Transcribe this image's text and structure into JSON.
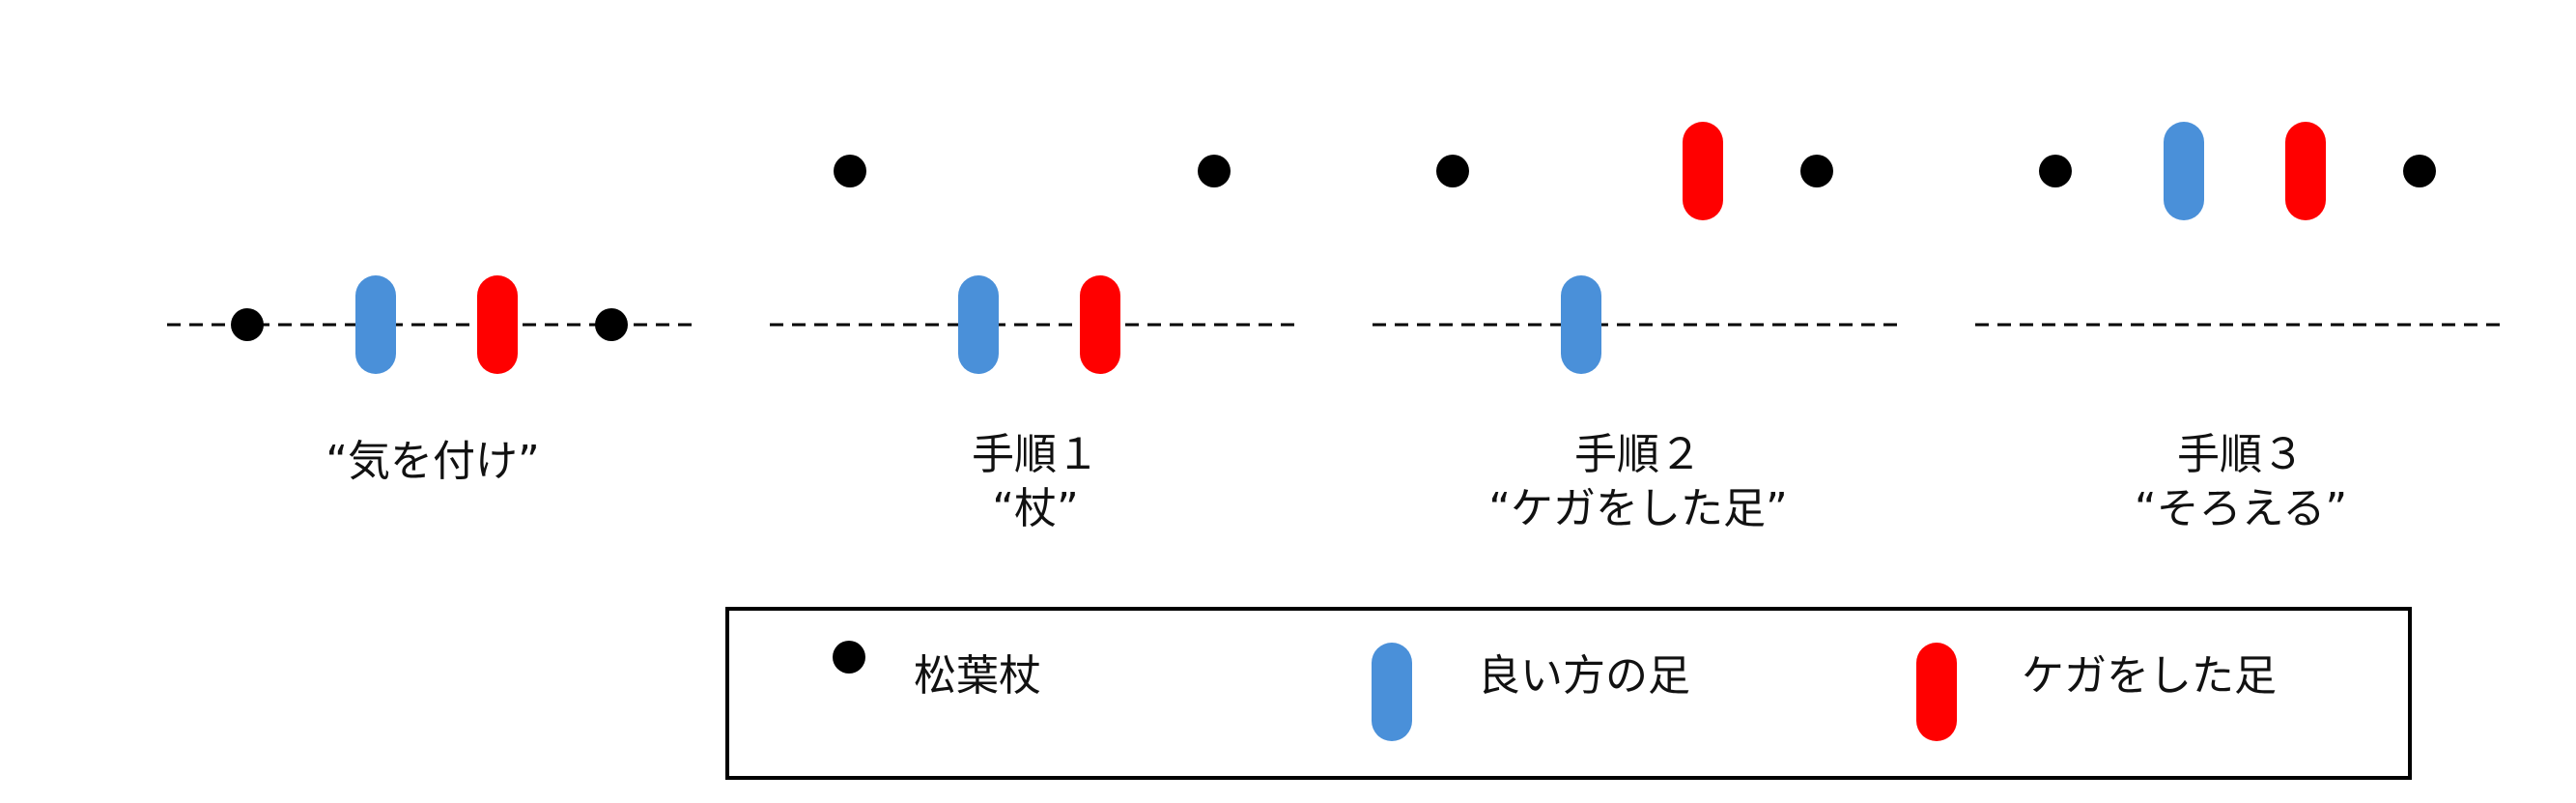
{
  "colors": {
    "background": "#ffffff",
    "crutch": "#000000",
    "good_foot": "#4a90d9",
    "injured_foot": "#ff0000",
    "dashed_line": "#000000",
    "legend_border": "#000000"
  },
  "steps": [
    {
      "key": "attention",
      "caption_lines": [
        "“気を付け”"
      ],
      "crutches": "on_line",
      "good_foot": "on_line",
      "injured_foot": "on_line"
    },
    {
      "key": "step1",
      "caption_lines": [
        "手順１",
        "“杖”"
      ],
      "crutches": "forward",
      "good_foot": "on_line",
      "injured_foot": "on_line"
    },
    {
      "key": "step2",
      "caption_lines": [
        "手順２",
        "“ケガをした足”"
      ],
      "crutches": "forward",
      "good_foot": "on_line",
      "injured_foot": "forward"
    },
    {
      "key": "step3",
      "caption_lines": [
        "手順３",
        "“そろえる”"
      ],
      "crutches": "forward",
      "good_foot": "forward",
      "injured_foot": "forward"
    }
  ],
  "legend": {
    "items": [
      {
        "key": "crutch",
        "label": "松葉杖",
        "icon": "black-dot"
      },
      {
        "key": "good_foot",
        "label": "良い方の足",
        "icon": "blue-capsule"
      },
      {
        "key": "injured_foot",
        "label": "ケガをした足",
        "icon": "red-capsule"
      }
    ]
  }
}
